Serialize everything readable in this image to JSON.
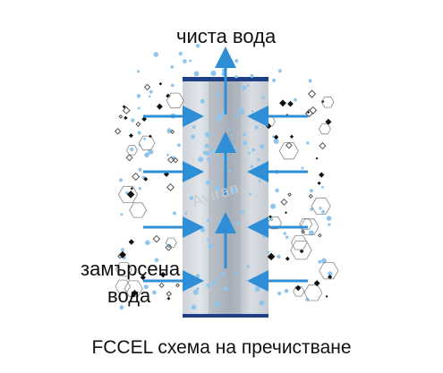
{
  "labels": {
    "clean_water": "чиста вода",
    "dirty_water_line1": "замърсена",
    "dirty_water_line2": "вода",
    "caption": "FCCEL схема на пречистване",
    "watermark": "Aviran"
  },
  "colors": {
    "arrow": "#2e8fd6",
    "filter_light": "#d7dce2",
    "filter_mid": "#b9bfc7",
    "filter_dark": "#9ea5ae",
    "cap": "#1f3f86",
    "dot_light": "#8fc6ee",
    "particle_dark": "#111111",
    "particle_outline": "#777777"
  }
}
